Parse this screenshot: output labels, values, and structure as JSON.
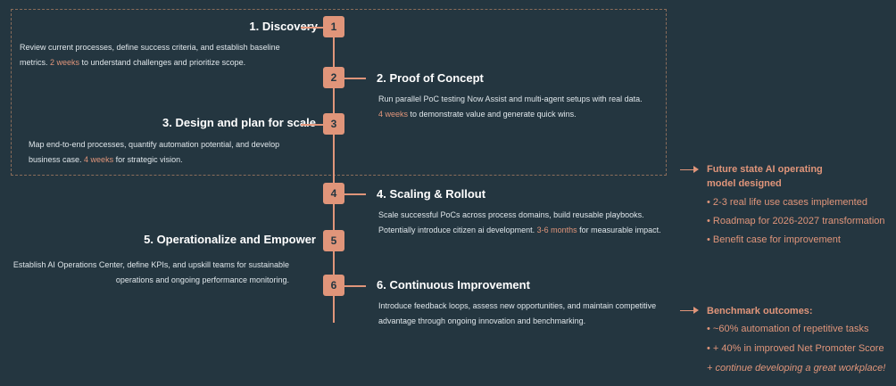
{
  "steps": [
    {
      "number": "1",
      "title": "1. Discovery",
      "desc_line1": "Review current processes, define success criteria, and establish baseline",
      "desc_line2_pre": "metrics. ",
      "desc_highlight": "2 weeks",
      "desc_line2_post": " to understand challenges and prioritize scope."
    },
    {
      "number": "2",
      "title": "2. Proof of Concept",
      "desc_line1": "Run parallel PoC testing Now Assist and multi-agent setups with real data.",
      "desc_line2_pre": "",
      "desc_highlight": "4 weeks",
      "desc_line2_post": " to demonstrate value and generate quick wins."
    },
    {
      "number": "3",
      "title": "3. Design and plan for scale",
      "desc_line1": "Map end-to-end processes, quantify automation potential, and develop",
      "desc_line2_pre": "business case. ",
      "desc_highlight": "4 weeks",
      "desc_line2_post": " for strategic vision."
    },
    {
      "number": "4",
      "title": "4. Scaling & Rollout",
      "desc_line1": "Scale successful PoCs across process domains, build reusable playbooks.",
      "desc_line2_pre": "Potentially introduce citizen ai development. ",
      "desc_highlight": "3-6 months",
      "desc_line2_post": " for measurable impact."
    },
    {
      "number": "5",
      "title": "5. Operationalize and Empower",
      "desc_line1": "Establish AI Operations Center, define KPIs, and upskill teams for sustainable",
      "desc_line2_pre": "operations and ongoing performance monitoring.",
      "desc_highlight": "",
      "desc_line2_post": ""
    },
    {
      "number": "6",
      "title": "6. Continuous Improvement",
      "desc_line1": "Introduce feedback loops, assess new opportunities, and maintain competitive",
      "desc_line2_pre": "advantage through ongoing innovation and benchmarking.",
      "desc_highlight": "",
      "desc_line2_post": ""
    }
  ],
  "future_state": {
    "heading_line1": "Future state AI operating",
    "heading_line2": "model designed",
    "bullets": [
      "• 2-3 real life use cases implemented",
      "• Roadmap for 2026-2027 transformation",
      "• Benefit case for improvement"
    ]
  },
  "benchmark": {
    "heading": "Benchmark outcomes:",
    "bullets": [
      "• ~60% automation of repetitive tasks",
      "• + 40% in improved Net Promoter Score"
    ],
    "closing": "+ continue developing a great workplace!"
  },
  "colors": {
    "background": "#243640",
    "accent": "#e0957a",
    "text": "#ffffff"
  }
}
